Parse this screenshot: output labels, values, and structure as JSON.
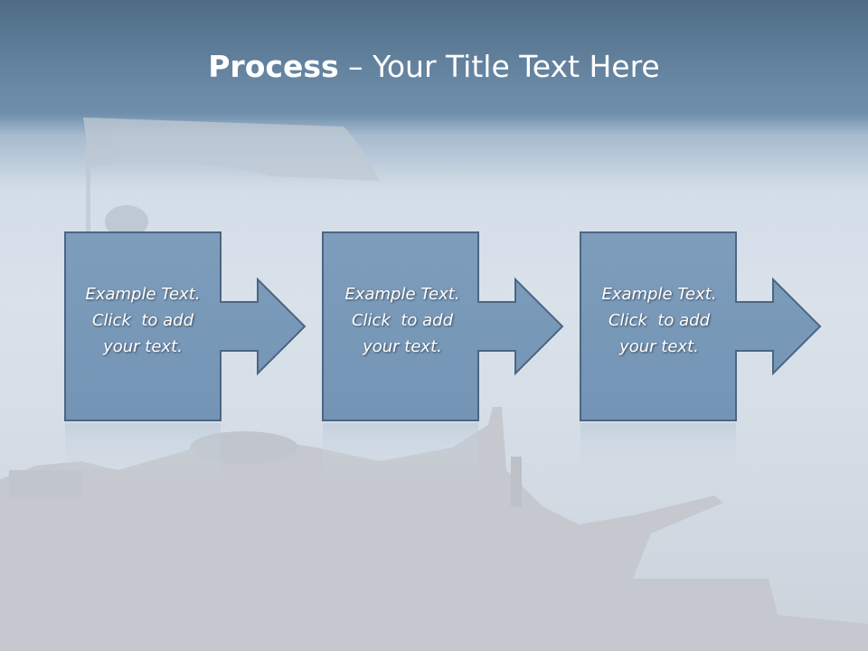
{
  "title": {
    "bold": "Process",
    "rest": " – Your Title Text Here"
  },
  "steps": [
    {
      "line1": "Example Text.",
      "line2": "Click  to add",
      "line3": "your text."
    },
    {
      "line1": "Example Text.",
      "line2": "Click  to add",
      "line3": "your text."
    },
    {
      "line1": "Example Text.",
      "line2": "Click  to add",
      "line3": "your text."
    }
  ],
  "colors": {
    "box_fill": "#7a9aba",
    "box_stroke": "#4c6582",
    "title_text": "#ffffff",
    "header_band": "#5f7f9b"
  }
}
